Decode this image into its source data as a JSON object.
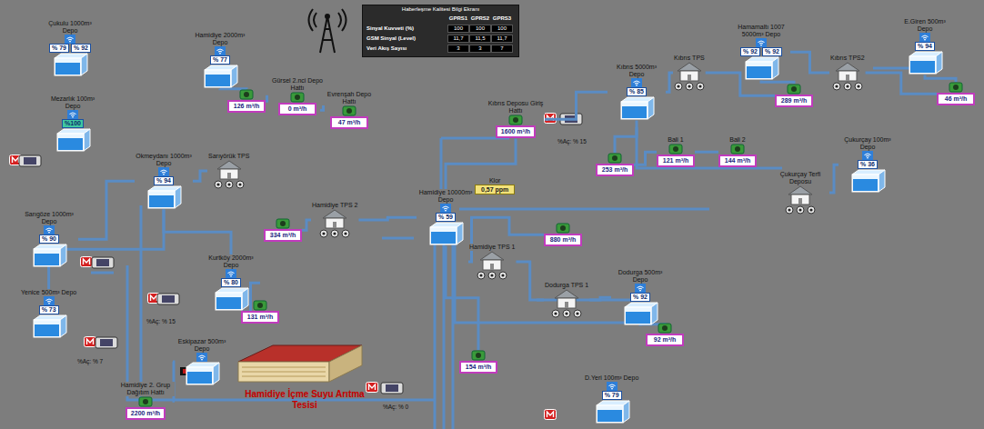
{
  "diagram": {
    "nodes": [
      {
        "text": [
          "Çukulu 1000m³ Depo",
          "% 79",
          "% 92"
        ]
      },
      {
        "text": [
          "Mezarlık 100m³ Depo",
          "%100"
        ]
      },
      {
        "text": [
          "Hamidiye 2000m³ Depo",
          "% 77"
        ]
      },
      {
        "text": [
          "Okmeydanı 1000m³ Depo",
          "% 94"
        ]
      },
      {
        "text": [
          "Sarıgöze 1000m³ Depo",
          "% 90"
        ]
      },
      {
        "text": [
          "Yenice 500m³ Depo",
          "% 73"
        ]
      },
      {
        "text": [
          "Kurtköy 2000m³ Depo",
          "% 80"
        ]
      },
      {
        "text": [
          "Eskipazar 500m³ Depo"
        ]
      },
      {
        "text": [
          "Hamidiye 10000m³ Depo",
          "% 59"
        ]
      },
      {
        "text": [
          "Kıbrıs 5000m³ Depo",
          "% 85"
        ]
      },
      {
        "text": [
          "Hamamaltı 1007 5000m³ Depo",
          "% 92",
          "% 92"
        ]
      },
      {
        "text": [
          "E.Giren 500m³ Depo",
          "% 94"
        ]
      },
      {
        "text": [
          "Çukurçay 100m³ Depo",
          "% 36"
        ]
      },
      {
        "text": [
          "Dodurga 500m³ Depo",
          "% 92"
        ]
      },
      {
        "text": [
          "D.Yeri 100m³ Depo",
          "% 79"
        ]
      },
      {
        "text": [
          "Sarıyörük TPS"
        ]
      },
      {
        "text": [
          "Hamidiye TPS 2"
        ]
      },
      {
        "text": [
          "Hamidiye TPS 1"
        ]
      },
      {
        "text": [
          "Dodurga TPS 1"
        ]
      },
      {
        "text": [
          "Kıbrıs TPS"
        ]
      },
      {
        "text": [
          "Kıbrıs TPS2"
        ]
      },
      {
        "text": [
          "Çukurçay Terfi Deposu"
        ]
      },
      {
        "text": [
          "126 m³/h"
        ]
      },
      {
        "text": [
          "Gürsel 2.nci Depo Hattı",
          "0 m³/h"
        ]
      },
      {
        "text": [
          "Evrenşah Depo Hattı",
          "47 m³/h"
        ]
      },
      {
        "text": [
          "Kıbrıs Deposu Giriş Hattı",
          "1600 m³/h"
        ]
      },
      {
        "text": [
          "253 m³/h"
        ]
      },
      {
        "text": [
          "Bali 1",
          "121 m³/h"
        ]
      },
      {
        "text": [
          "Bali 2",
          "144 m³/h"
        ]
      },
      {
        "text": [
          "289 m³/h"
        ]
      },
      {
        "text": [
          "46 m³/h"
        ]
      },
      {
        "text": [
          "334 m³/h"
        ]
      },
      {
        "text": [
          "880 m³/h"
        ]
      },
      {
        "text": [
          "131 m³/h"
        ]
      },
      {
        "text": [
          "92 m³/h"
        ]
      },
      {
        "text": [
          "Hamidiye 2. Grup Dağıtım Hattı",
          "2200 m³/h"
        ]
      },
      {
        "text": [
          "154 m³/h"
        ]
      },
      {
        "text": [
          "Klor",
          "0,57 ppm"
        ]
      },
      {
        "text": [
          "Haberleşme Kalitesi Bilgi Ekranı"
        ]
      }
    ],
    "edges": [
      {
        "from": 2,
        "to": 22,
        "arrow": "none"
      },
      {
        "from": 22,
        "to": 23,
        "arrow": "none"
      },
      {
        "from": 23,
        "to": 24,
        "arrow": "none"
      },
      {
        "from": 3,
        "to": 15,
        "arrow": "none"
      },
      {
        "from": 4,
        "to": 3,
        "arrow": "none"
      },
      {
        "from": 5,
        "to": 3,
        "arrow": "none"
      },
      {
        "from": 6,
        "to": 33,
        "arrow": "none"
      },
      {
        "from": 16,
        "to": 31,
        "arrow": "none"
      },
      {
        "from": 8,
        "to": 16,
        "arrow": "none"
      },
      {
        "from": 8,
        "to": 25,
        "arrow": "none"
      },
      {
        "from": 25,
        "to": 9,
        "arrow": "none"
      },
      {
        "from": 9,
        "to": 19,
        "arrow": "none"
      },
      {
        "from": 19,
        "to": 29,
        "arrow": "none"
      },
      {
        "from": 29,
        "to": 10,
        "arrow": "none"
      },
      {
        "from": 10,
        "to": 20,
        "arrow": "none"
      },
      {
        "from": 20,
        "to": 30,
        "arrow": "none"
      },
      {
        "from": 30,
        "to": 11,
        "arrow": "none"
      },
      {
        "from": 9,
        "to": 26,
        "arrow": "none"
      },
      {
        "from": 26,
        "to": 27,
        "arrow": "none"
      },
      {
        "from": 27,
        "to": 28,
        "arrow": "none"
      },
      {
        "from": 21,
        "to": 12,
        "arrow": "none"
      },
      {
        "from": 8,
        "to": 32,
        "arrow": "none"
      },
      {
        "from": 8,
        "to": 17,
        "arrow": "none"
      },
      {
        "from": 17,
        "to": 18,
        "arrow": "none"
      },
      {
        "from": 18,
        "to": 13,
        "arrow": "none"
      },
      {
        "from": 13,
        "to": 34,
        "arrow": "none"
      },
      {
        "from": 7,
        "to": 35,
        "arrow": "none"
      },
      {
        "from": 8,
        "to": 36,
        "arrow": "none"
      },
      {
        "from": 6,
        "to": 3,
        "arrow": "none"
      }
    ],
    "labels": [
      "Hamidiye İçme Suyu Arıtma Tesisi",
      "%Aç: % 15",
      "%Aç: % 15",
      "%Aç: % 7",
      "%Aç: % 0",
      "GPRS1",
      "GPRS2",
      "GPRS3",
      "Sinyal Kuvveti (%)",
      "100",
      "100",
      "100",
      "GSM Sinyal (Level)",
      "11,7",
      "11,5",
      "11,7",
      "Veri Akış Sayısı",
      "3",
      "3",
      "7"
    ]
  }
}
